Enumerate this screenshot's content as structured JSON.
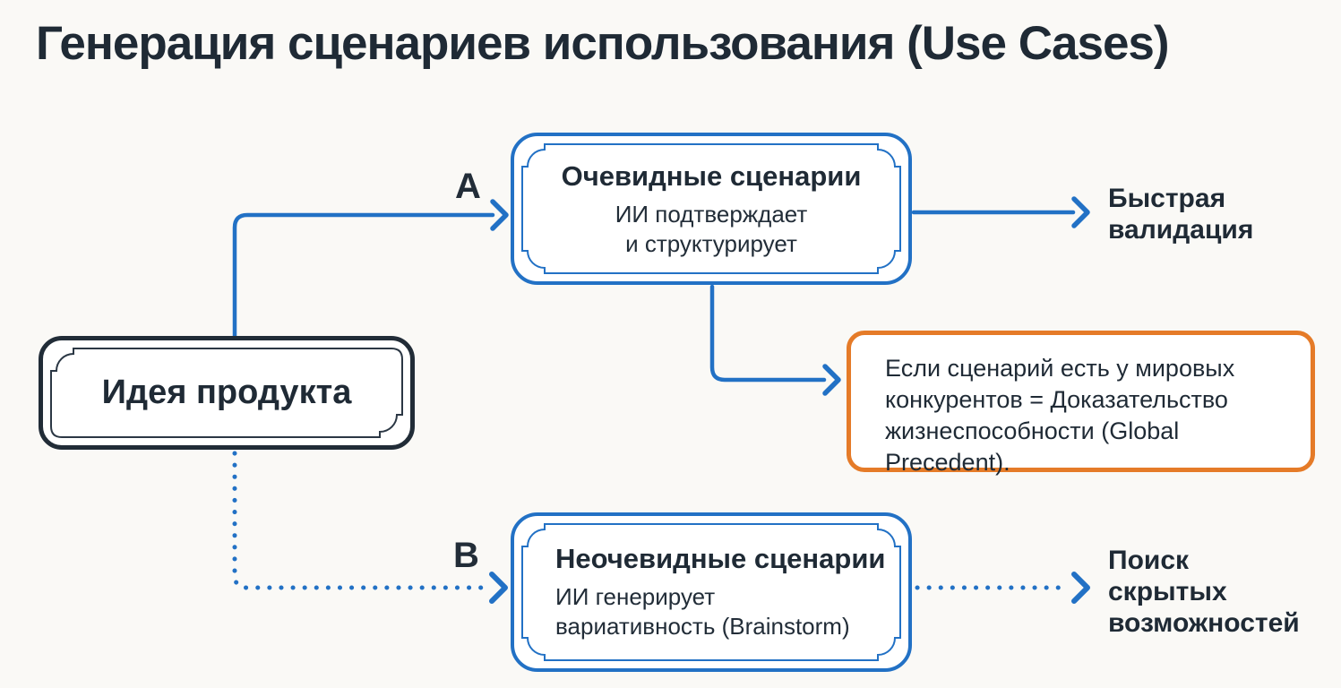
{
  "title": "Генерация сценариев использования (Use Cases)",
  "colors": {
    "background": "#faf9f6",
    "text_dark": "#1f2a35",
    "accent_blue": "#2271c5",
    "accent_orange": "#e57b28",
    "dark_border": "#212c37"
  },
  "nodes": {
    "idea": {
      "label": "Идея продукта"
    },
    "obvious": {
      "title": "Очевидные сценарии",
      "subtitle_line1": "ИИ подтверждает",
      "subtitle_line2": "и структурирует"
    },
    "nonobvious": {
      "title": "Неочевидные сценарии",
      "subtitle_line1": "ИИ генерирует",
      "subtitle_line2": "вариативность (Brainstorm)"
    },
    "precedent": {
      "text": "Если сценарий есть у мировых конкурентов = Доказательство жизнеспособности (Global Precedent)."
    }
  },
  "branches": {
    "a": "A",
    "b": "B"
  },
  "outcomes": {
    "validation": {
      "line1": "Быстрая",
      "line2": "валидация"
    },
    "hidden": {
      "line1": "Поиск",
      "line2": "скрытых",
      "line3": "возможностей"
    }
  }
}
